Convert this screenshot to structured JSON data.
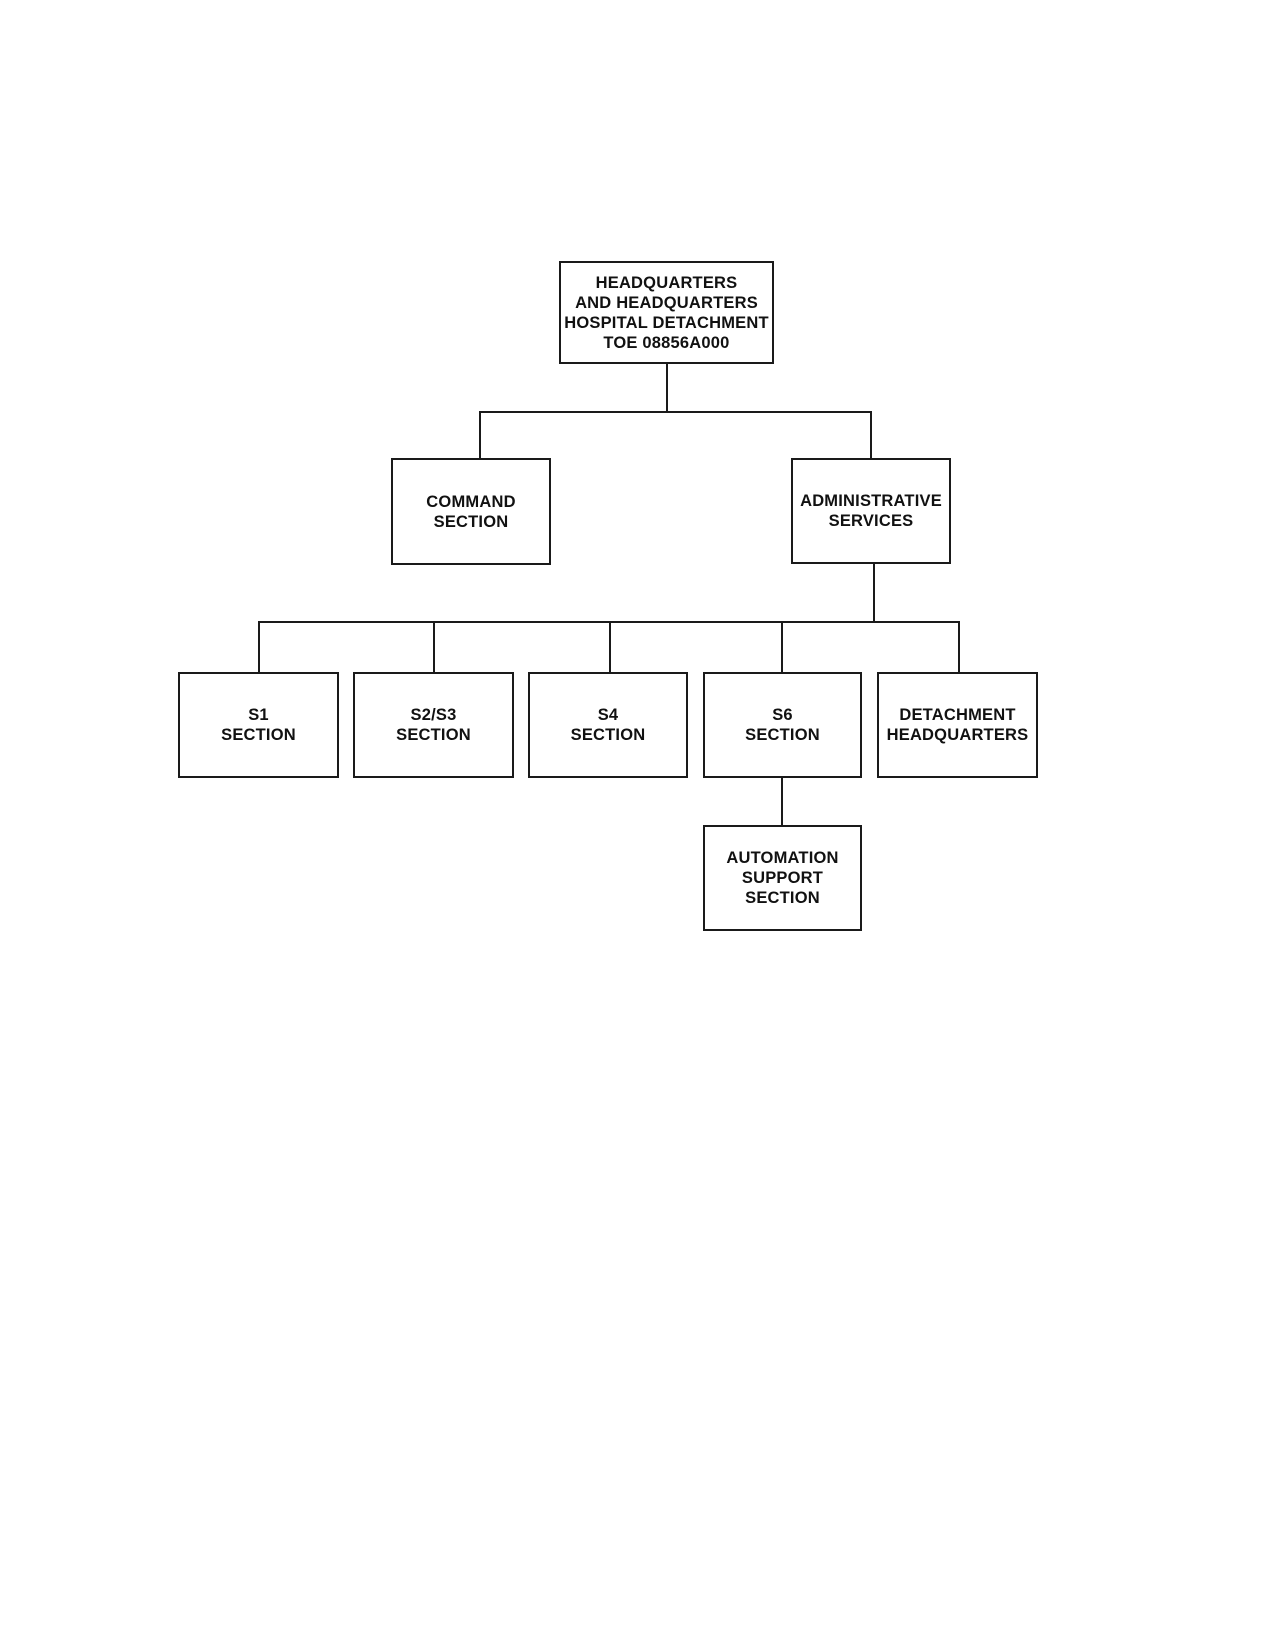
{
  "org_chart": {
    "root": {
      "lines": [
        "HEADQUARTERS",
        "AND HEADQUARTERS",
        "HOSPITAL DETACHMENT",
        "TOE 08856A000"
      ]
    },
    "command_section": {
      "lines": [
        "COMMAND",
        "SECTION"
      ]
    },
    "administrative_services": {
      "lines": [
        "ADMINISTRATIVE",
        "SERVICES"
      ]
    },
    "s1_section": {
      "lines": [
        "S1",
        "SECTION"
      ]
    },
    "s2s3_section": {
      "lines": [
        "S2/S3",
        "SECTION"
      ]
    },
    "s4_section": {
      "lines": [
        "S4",
        "SECTION"
      ]
    },
    "s6_section": {
      "lines": [
        "S6",
        "SECTION"
      ]
    },
    "detachment_headquarters": {
      "lines": [
        "DETACHMENT",
        "HEADQUARTERS"
      ]
    },
    "automation_support_section": {
      "lines": [
        "AUTOMATION",
        "SUPPORT",
        "SECTION"
      ]
    }
  },
  "colors": {
    "line": "#1a1a1a",
    "text": "#111111",
    "background": "#ffffff"
  }
}
